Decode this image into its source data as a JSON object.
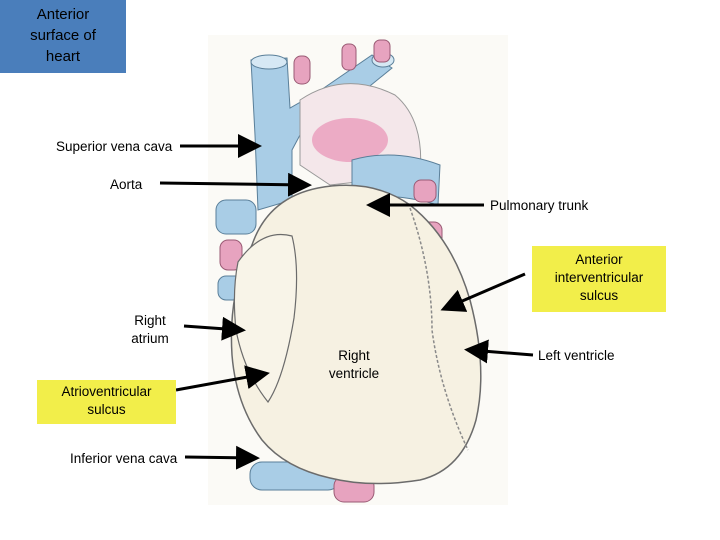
{
  "title": [
    "Anterior",
    "surface of",
    "heart"
  ],
  "labels": {
    "superior_vena_cava": "Superior vena cava",
    "aorta": "Aorta",
    "pulmonary_trunk": "Pulmonary trunk",
    "anterior_interventricular_sulcus": [
      "Anterior",
      "interventricular",
      "sulcus"
    ],
    "right_atrium": [
      "Right",
      "atrium"
    ],
    "right_ventricle": [
      "Right",
      "ventricle"
    ],
    "left_ventricle": "Left ventricle",
    "atrioventricular_sulcus": [
      "Atrioventricular",
      "sulcus"
    ],
    "inferior_vena_cava": "Inferior vena cava"
  },
  "colors": {
    "title_box": "#4a7ebb",
    "highlight": "#f2ee4a",
    "vein_blue": "#a9cde6",
    "vessel_pink": "#e7a3bf",
    "heart_fill": "#f6f1e2"
  }
}
